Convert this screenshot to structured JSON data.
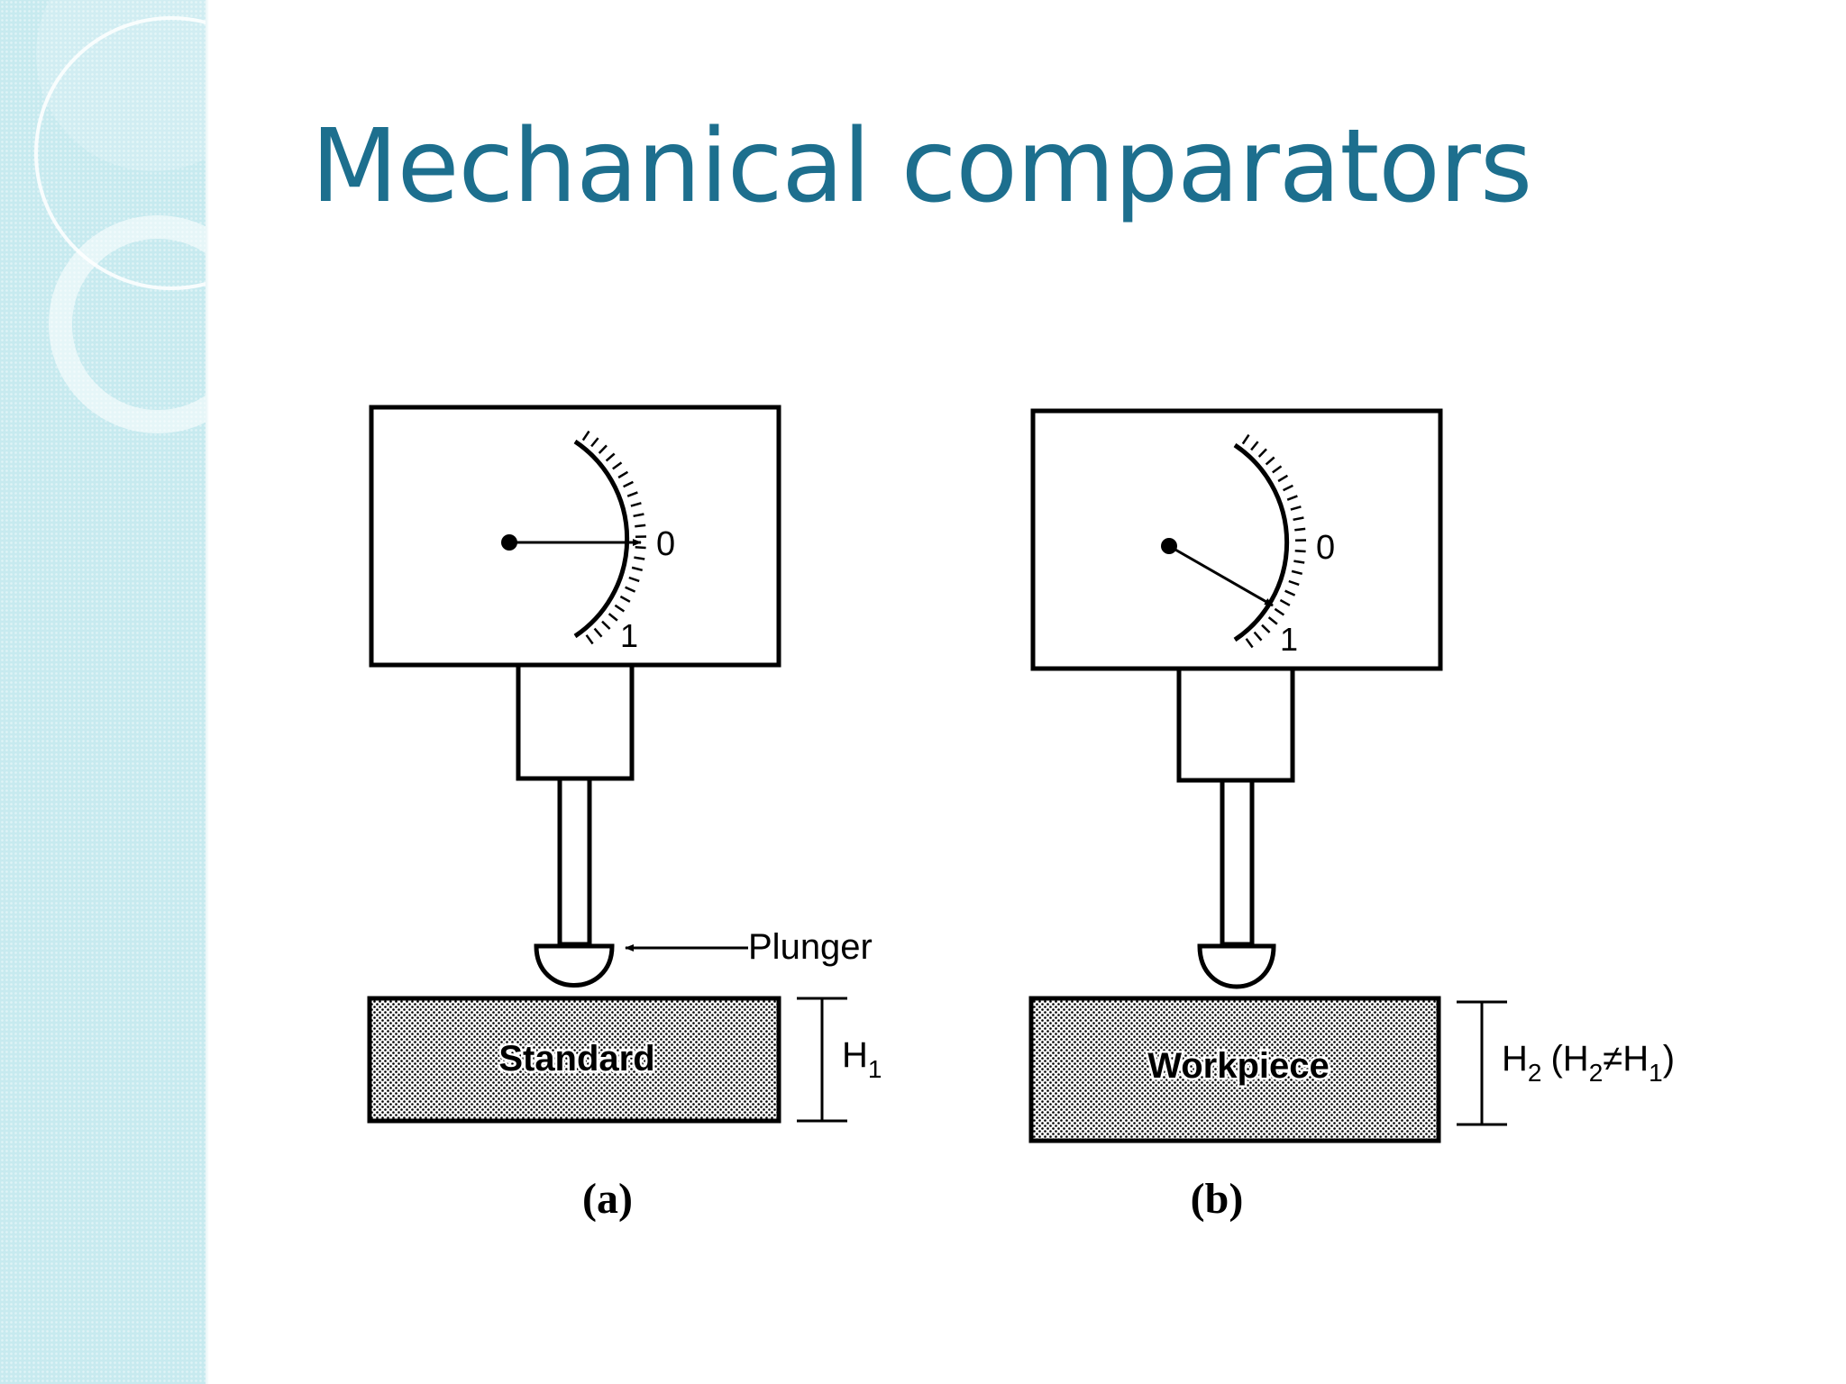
{
  "slide": {
    "title": "Mechanical comparators"
  },
  "diagram": {
    "plunger_label": "Plunger",
    "panel_a": {
      "caption": "(a)",
      "block_label": "Standard",
      "scale_zero": "0",
      "scale_one": "1",
      "height_label": "H",
      "height_sub": "1"
    },
    "panel_b": {
      "caption": "(b)",
      "block_label": "Workpiece",
      "scale_zero": "0",
      "scale_one": "1",
      "height_label": "H",
      "height_sub": "2",
      "height_open": "(H",
      "height_sub2": "2",
      "height_neq": "≠H",
      "height_sub3": "1",
      "height_close": ")"
    }
  },
  "colors": {
    "title": "#1d6f8e",
    "side_panel": "#c7eaef"
  }
}
